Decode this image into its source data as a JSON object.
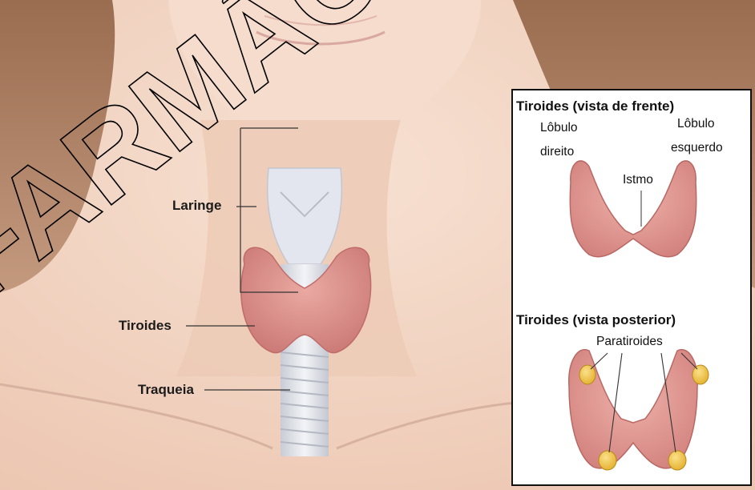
{
  "watermark": {
    "text": "FARMÁCIA"
  },
  "labels": {
    "larynx": "Laringe",
    "thyroid": "Tiroides",
    "trachea": "Traqueia"
  },
  "panel": {
    "front": {
      "title": "Tiroides (vista de frente)",
      "right_lobe_line1": "Lôbulo",
      "right_lobe_line2": "direito",
      "left_lobe_line1": "Lôbulo",
      "left_lobe_line2": "esquerdo",
      "isthmus": "Istmo"
    },
    "back": {
      "title": "Tiroides (vista posterior)",
      "parathyroids": "Paratiroides"
    }
  },
  "colors": {
    "skin": "#f1d4c2",
    "hair": "#a87a5e",
    "thyroid": "#dc8f8b",
    "cartilage": "#dfe3ea",
    "parathyroid": "#f0c84a"
  }
}
